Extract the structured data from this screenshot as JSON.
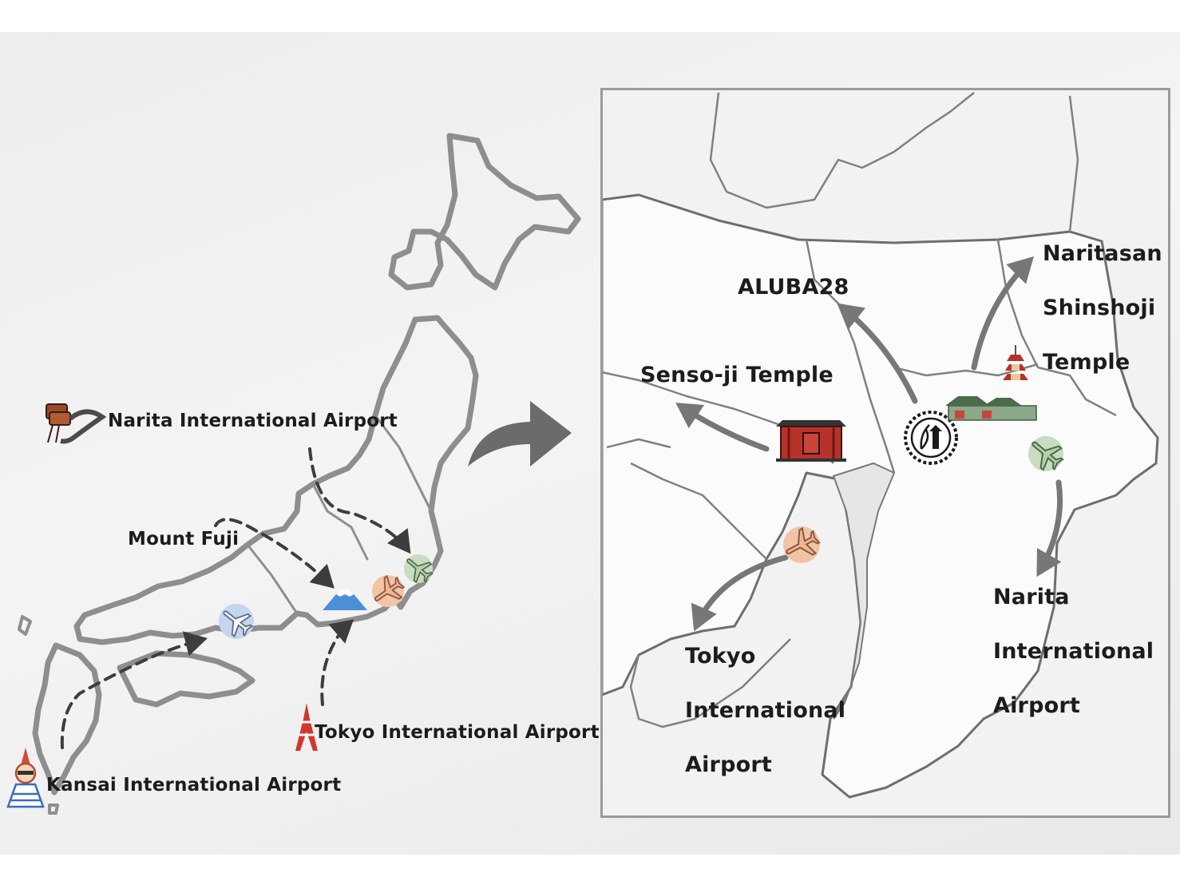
{
  "overview_map": {
    "labels": {
      "narita_left": "Narita International Airport",
      "mount_fuji": "Mount Fuji",
      "tokyo_left": "Tokyo International Airport",
      "kansai": "Kansai International Airport"
    },
    "icons": [
      "eel-skewer-icon",
      "mount-fuji-icon",
      "tokyo-tower-icon",
      "kansai-mascot-icon",
      "airplane-icon"
    ]
  },
  "inset_map": {
    "labels": {
      "aluba": "ALUBA28",
      "sensoji": "Senso-ji Temple",
      "naritasan_lines": [
        "Naritasan",
        "Shinshoji",
        "Temple"
      ],
      "tokyo_lines": [
        "Tokyo",
        "International",
        "Airport"
      ],
      "narita_lines": [
        "Narita",
        "International",
        "Airport"
      ]
    },
    "icons": [
      "kaminarimon-gate-icon",
      "crest-icon",
      "pagoda-temple-icon",
      "airplane-icon"
    ]
  },
  "colors": {
    "land_outline": "#8e8e8e",
    "land_fill": "#fafafa",
    "arrow": "#6f6f6f",
    "plane_orange": "#f1c4a6",
    "plane_green": "#c7dcc0",
    "plane_blue": "#c4d6ee"
  }
}
